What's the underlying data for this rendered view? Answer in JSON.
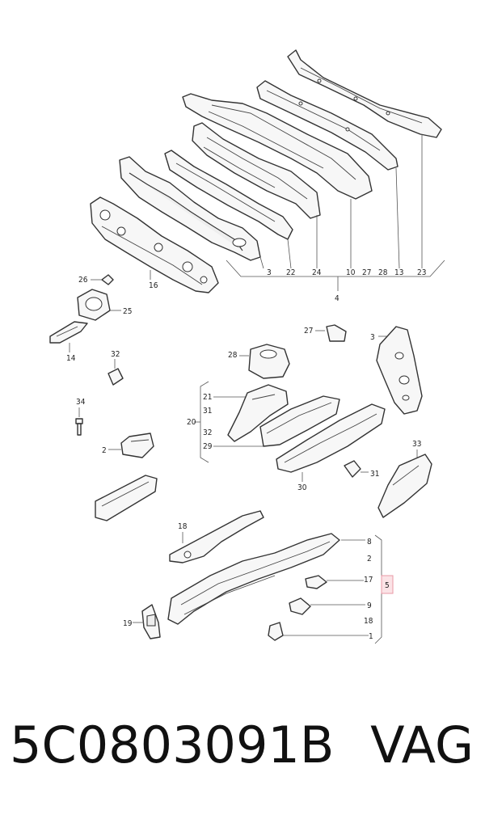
{
  "labels": {
    "l26": "26",
    "l25": "25",
    "l16": "16",
    "l14": "14",
    "l32a": "32",
    "l34": "34",
    "l2a": "2",
    "row_3": "3",
    "row_22": "22",
    "row_24": "24",
    "row_10": "10",
    "row_27": "27",
    "row_28": "28",
    "row_13": "13",
    "row_23": "23",
    "row_4": "4",
    "l27b": "27",
    "l3b": "3",
    "l28b": "28",
    "l21": "21",
    "l31a": "31",
    "l20": "20",
    "l32b": "32",
    "l29": "29",
    "l30": "30",
    "l31b": "31",
    "l33": "33",
    "l18a": "18",
    "l8": "8",
    "l2b": "2",
    "l17": "17",
    "l9": "9",
    "l18b": "18",
    "l1": "1",
    "l19": "19",
    "highlight": "5"
  },
  "caption": {
    "part_number": "5C0803091B",
    "brand": "VAG"
  },
  "colors": {
    "highlight_fill": "#fbe3e6",
    "highlight_stroke": "#e89aa6"
  }
}
